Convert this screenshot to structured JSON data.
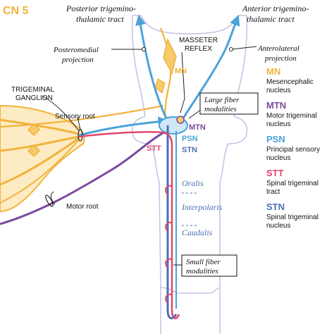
{
  "cn_label": "CN 5",
  "tracts": {
    "posterior": [
      "Posterior trigemino-",
      "thalamic tract"
    ],
    "anterior": [
      "Anterior trigemino-",
      "thalamic tract"
    ]
  },
  "projections": {
    "posteromedial": [
      "Posteromedial",
      "projection"
    ],
    "anterolateral": [
      "Anterolateral",
      "projection"
    ]
  },
  "masseter_reflex": [
    "MASSETER",
    "REFLEX"
  ],
  "ganglion": [
    "TRIGEMINAL",
    "GANGLION"
  ],
  "roots": {
    "sensory": "Sensory root",
    "motor": "Motor root"
  },
  "boxes": {
    "large": [
      "Large fiber",
      "modalities"
    ],
    "small": [
      "Small fiber",
      "modalities"
    ]
  },
  "nuclei_inline": {
    "mn": "MN",
    "mtn": "MTN",
    "psn": "PSN",
    "stt": "STT",
    "stn": "STN"
  },
  "subnuclei": {
    "oralis": "Oralis",
    "interpolaris": "Interpolaris",
    "caudalis": "Caudalis"
  },
  "legend": [
    {
      "abbr": "MN",
      "desc": [
        "Mesencephalic",
        "nucleus"
      ],
      "color": "#f2b33d"
    },
    {
      "abbr": "MTN",
      "desc": [
        "Motor trigeminal",
        "nucleus"
      ],
      "color": "#7b4a9e"
    },
    {
      "abbr": "PSN",
      "desc": [
        "Principal sensory",
        "nucleus"
      ],
      "color": "#4aa3d9"
    },
    {
      "abbr": "STT",
      "desc": [
        "Spinal trigeminal",
        "tract"
      ],
      "color": "#e0466e"
    },
    {
      "abbr": "STN",
      "desc": [
        "Spinal trigeminal",
        "nucleus"
      ],
      "color": "#4a6fb5"
    }
  ],
  "colors": {
    "mn": "#f2b33d",
    "mtn": "#7b4a9e",
    "psn": "#4aa3d9",
    "stt": "#e0466e",
    "stn": "#4a6fb5",
    "outline": "#c9c3e6",
    "ganglion": "#f6c96a"
  }
}
